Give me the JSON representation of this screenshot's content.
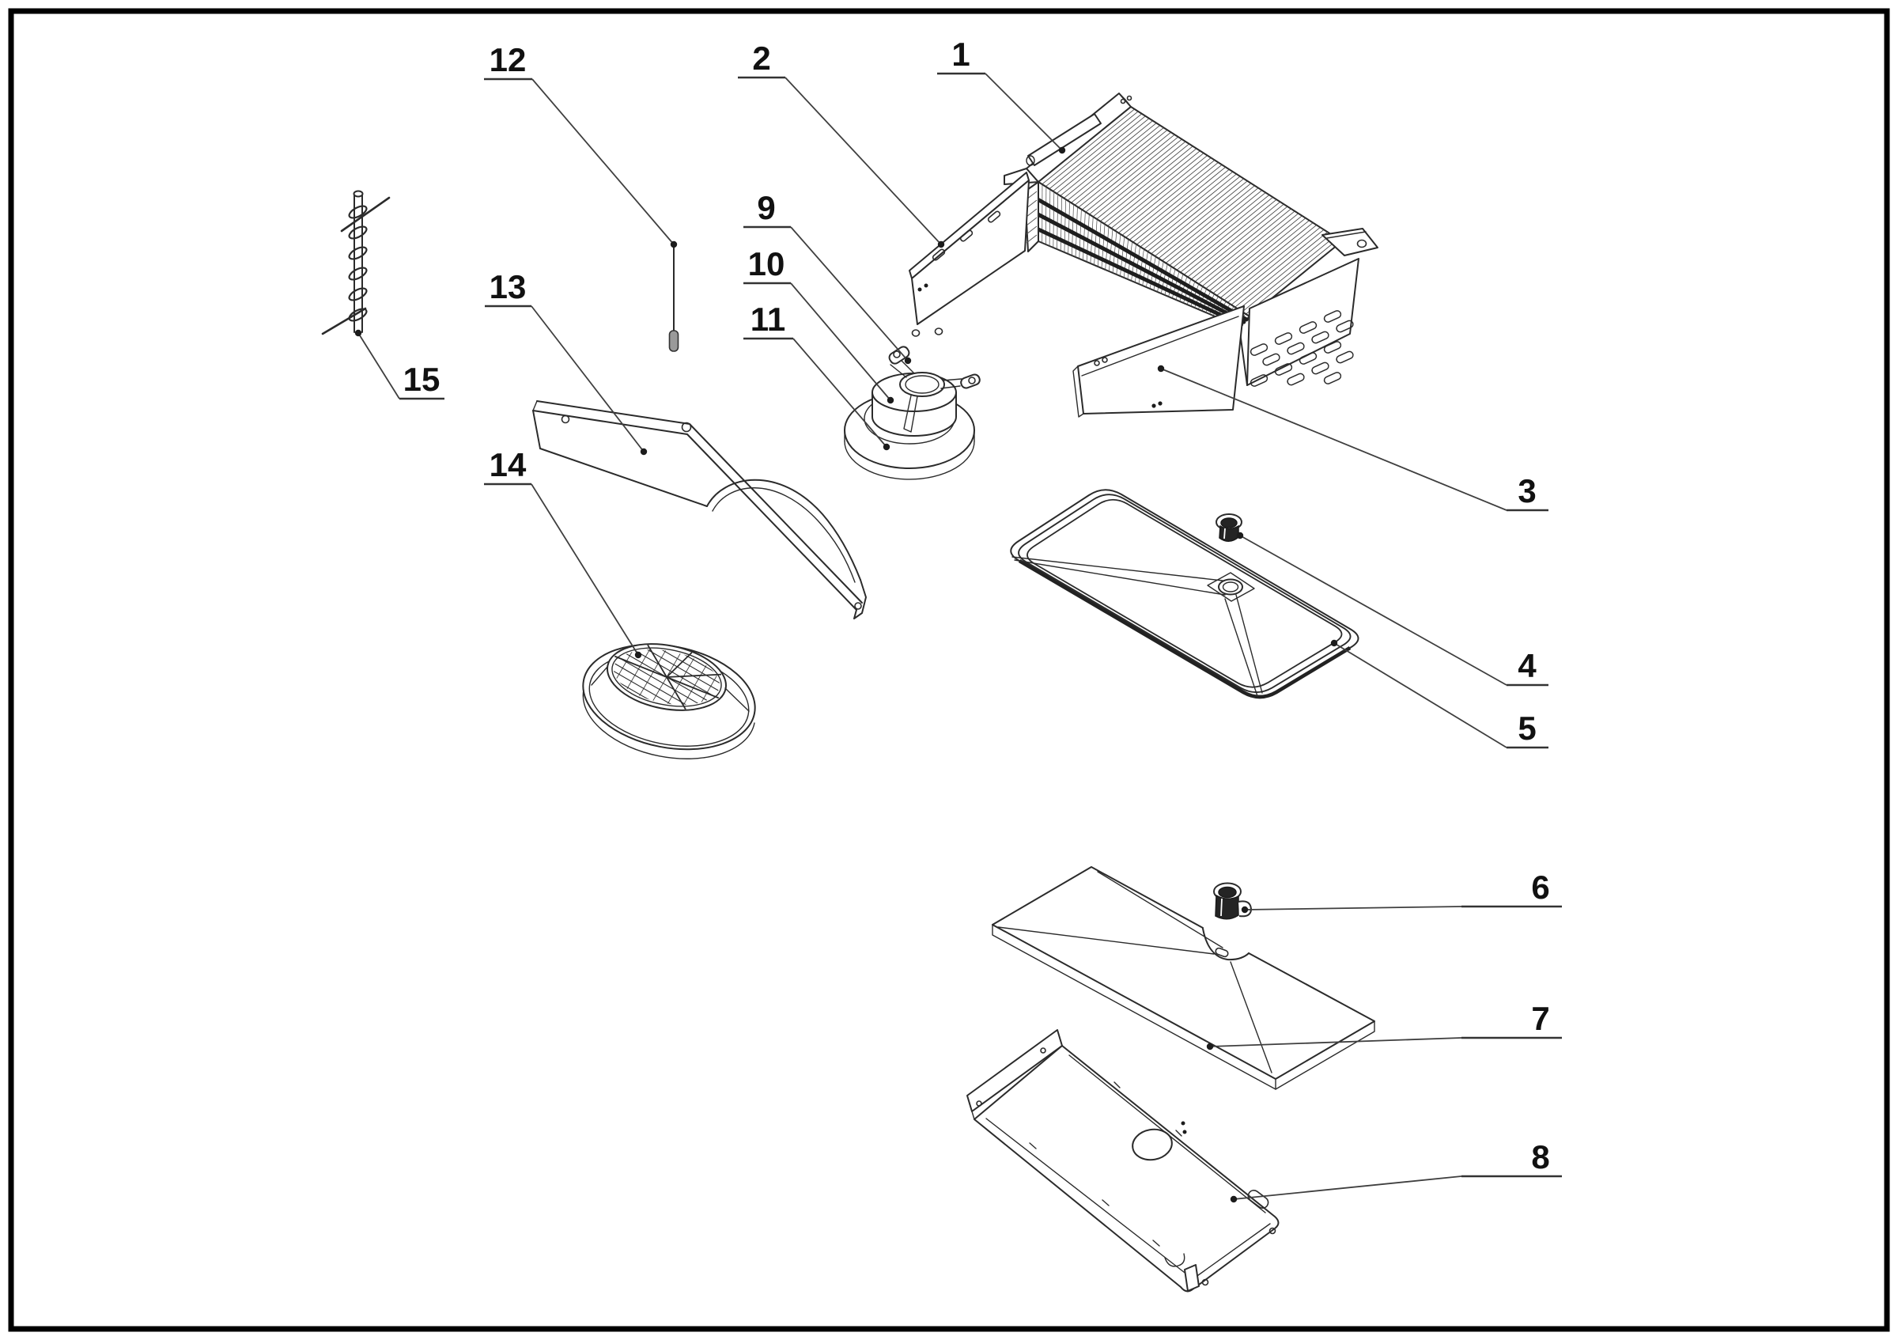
{
  "figure": {
    "type": "exploded-parts-diagram",
    "description": "exploded view line drawing of an evaporator / refrigeration assembly",
    "part_count": 15
  },
  "callouts": [
    {
      "label": "1"
    },
    {
      "label": "2"
    },
    {
      "label": "3"
    },
    {
      "label": "4"
    },
    {
      "label": "5"
    },
    {
      "label": "6"
    },
    {
      "label": "7"
    },
    {
      "label": "8"
    },
    {
      "label": "9"
    },
    {
      "label": "10"
    },
    {
      "label": "11"
    },
    {
      "label": "12"
    },
    {
      "label": "13"
    },
    {
      "label": "14"
    },
    {
      "label": "15"
    }
  ]
}
